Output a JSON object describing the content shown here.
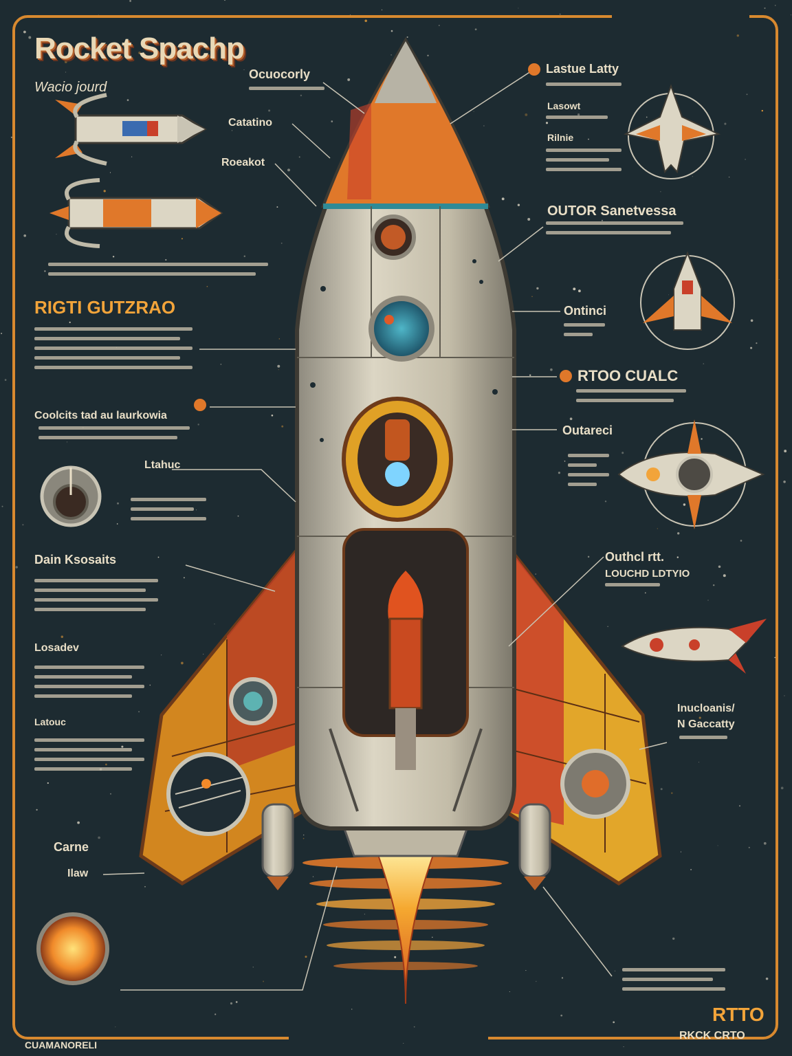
{
  "title": "Rocket Spachp",
  "subtitle": "Wacio jourd",
  "labels": {
    "top_center": "Ocuocorly",
    "left_top_a": "Catatino",
    "left_top_b": "Roeakot",
    "right_top": "Lastue Latty",
    "right_sub_a": "Lasowt",
    "right_sub_b": "Rilnie",
    "right_mid": "OUTOR Sanetvessa",
    "right_fin": "Ontinci",
    "right_section": "RTOO CUALC",
    "right_gear": "Outareci",
    "right_lower": "Outhcl rtt.",
    "right_lower_b": "LOUCHD LDTYIO",
    "right_jet": "Inucloanis/",
    "right_jet_b": "N Gaccatty",
    "left_heading": "RIGTI GUTZRAO",
    "left_mid": "Coolcits tad au laurkowia",
    "left_dial": "Ltahuc",
    "left_label_c": "Dain Ksosaits",
    "left_label_d": "Losadev",
    "left_label_e": "Latouc",
    "left_bottom_a": "Carne",
    "left_bottom_b": "Ilaw",
    "bottom_right_big": "RTTO",
    "bottom_right_small": "RKCK CRTO",
    "bottom_left": "CUAMANORELI"
  },
  "colors": {
    "background": "#1d2b31",
    "orange": "#e0782a",
    "accent_yellow": "#f2a43a",
    "red": "#c9402a",
    "hull_silver": "#c9c4b4",
    "text": "#e9dfc7"
  }
}
